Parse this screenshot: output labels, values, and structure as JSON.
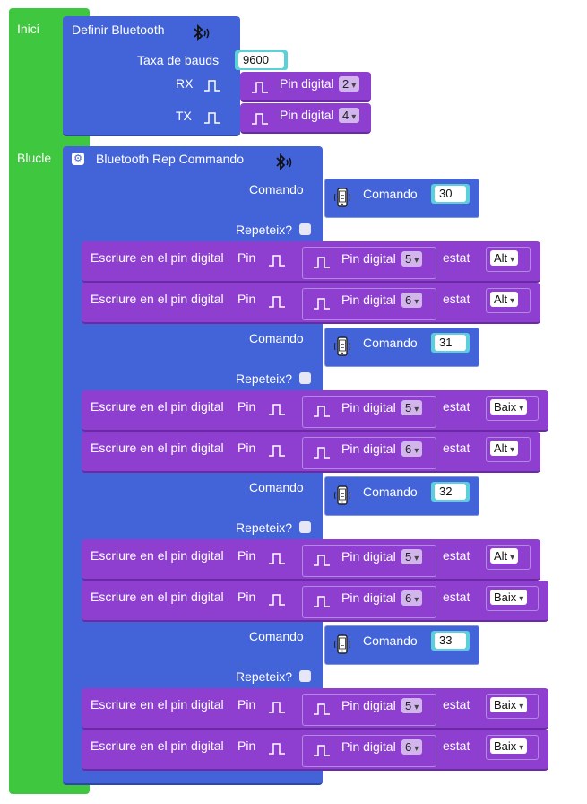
{
  "inici": {
    "label": "Inici"
  },
  "blucle": {
    "label": "Blucle"
  },
  "definir": {
    "title": "Definir Bluetooth",
    "baud_label": "Taxa de bauds",
    "baud_value": "9600",
    "rx_label": "RX",
    "tx_label": "TX",
    "pin_label": "Pin digital",
    "rx_pin": "2",
    "tx_pin": "4"
  },
  "rep": {
    "title": "Bluetooth Rep Commando",
    "comando_label": "Comando",
    "comando_block_label": "Comando",
    "repeat_label": "Repeteix?",
    "write_label": "Escriure en el pin digital",
    "pin_word": "Pin",
    "pin_digital": "Pin digital",
    "estat_label": "estat"
  },
  "commands": [
    {
      "value": "30",
      "writes": [
        {
          "pin": "5",
          "state": "Alt"
        },
        {
          "pin": "6",
          "state": "Alt"
        }
      ]
    },
    {
      "value": "31",
      "writes": [
        {
          "pin": "5",
          "state": "Baix"
        },
        {
          "pin": "6",
          "state": "Alt"
        }
      ]
    },
    {
      "value": "32",
      "writes": [
        {
          "pin": "5",
          "state": "Alt"
        },
        {
          "pin": "6",
          "state": "Baix"
        }
      ]
    },
    {
      "value": "33",
      "writes": [
        {
          "pin": "5",
          "state": "Baix"
        },
        {
          "pin": "6",
          "state": "Baix"
        }
      ]
    }
  ],
  "colors": {
    "main": "#3fc73f",
    "blue": "#4363d8",
    "purple": "#8e3fd0",
    "number": "#5bd0d9"
  },
  "icons": [
    "bluetooth-icon",
    "pulse-icon",
    "phone-command-icon",
    "gear-icon"
  ]
}
